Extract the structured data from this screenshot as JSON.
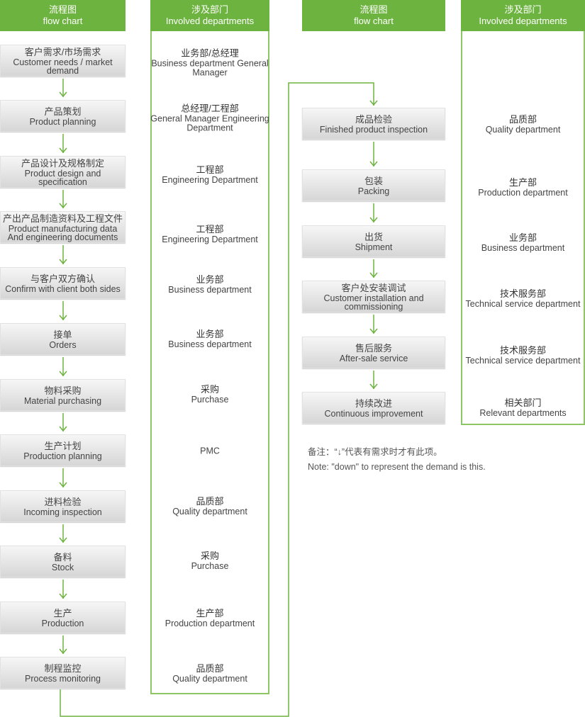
{
  "headers": {
    "flow_zh": "流程图",
    "flow_en": "flow chart",
    "dept_zh": "涉及部门",
    "dept_en": "Involved departments"
  },
  "left_steps": [
    {
      "zh": "客户需求/市场需求",
      "en": "Customer needs / market demand"
    },
    {
      "zh": "产品策划",
      "en": "Product planning"
    },
    {
      "zh": "产品设计及规格制定",
      "en": "Product design and specification"
    },
    {
      "zh": "产出产品制造资料及工程文件",
      "en": "Product manufacturing data And engineering documents"
    },
    {
      "zh": "与客户双方确认",
      "en": "Confirm with client both sides"
    },
    {
      "zh": "接单",
      "en": "Orders"
    },
    {
      "zh": "物料采购",
      "en": "Material purchasing"
    },
    {
      "zh": "生产计划",
      "en": "Production planning"
    },
    {
      "zh": "进料检验",
      "en": "Incoming inspection"
    },
    {
      "zh": "备料",
      "en": "Stock"
    },
    {
      "zh": "生产",
      "en": "Production"
    },
    {
      "zh": "制程监控",
      "en": "Process monitoring"
    }
  ],
  "left_depts": [
    {
      "zh": "业务部/总经理",
      "en": "Business department General Manager"
    },
    {
      "zh": "总经理/工程部",
      "en": "General Manager Engineering Department"
    },
    {
      "zh": "工程部",
      "en": "Engineering Department"
    },
    {
      "zh": "工程部",
      "en": "Engineering Department"
    },
    {
      "zh": "业务部",
      "en": "Business department"
    },
    {
      "zh": "业务部",
      "en": "Business department"
    },
    {
      "zh": "采购",
      "en": "Purchase"
    },
    {
      "zh": "",
      "en": "PMC"
    },
    {
      "zh": "品质部",
      "en": "Quality department"
    },
    {
      "zh": "采购",
      "en": "Purchase"
    },
    {
      "zh": "生产部",
      "en": "Production department"
    },
    {
      "zh": "品质部",
      "en": "Quality department"
    }
  ],
  "right_steps": [
    {
      "zh": "成品检验",
      "en": "Finished product inspection"
    },
    {
      "zh": "包装",
      "en": "Packing"
    },
    {
      "zh": "出货",
      "en": "Shipment"
    },
    {
      "zh": "客户处安装调试",
      "en": "Customer installation and commissioning"
    },
    {
      "zh": "售后服务",
      "en": "After-sale service"
    },
    {
      "zh": "持续改进",
      "en": "Continuous improvement"
    }
  ],
  "right_depts": [
    {
      "zh": "品质部",
      "en": "Quality department"
    },
    {
      "zh": "生产部",
      "en": "Production department"
    },
    {
      "zh": "业务部",
      "en": "Business department"
    },
    {
      "zh": "技术服务部",
      "en": "Technical service department"
    },
    {
      "zh": "技术服务部",
      "en": "Technical service department"
    },
    {
      "zh": "相关部门",
      "en": "Relevant departments"
    }
  ],
  "note": {
    "zh": "备注：“↓”代表有需求时才有此项。",
    "en": "Note: \"down\" to represent the demand is this."
  },
  "colors": {
    "green": "#6db33f"
  }
}
